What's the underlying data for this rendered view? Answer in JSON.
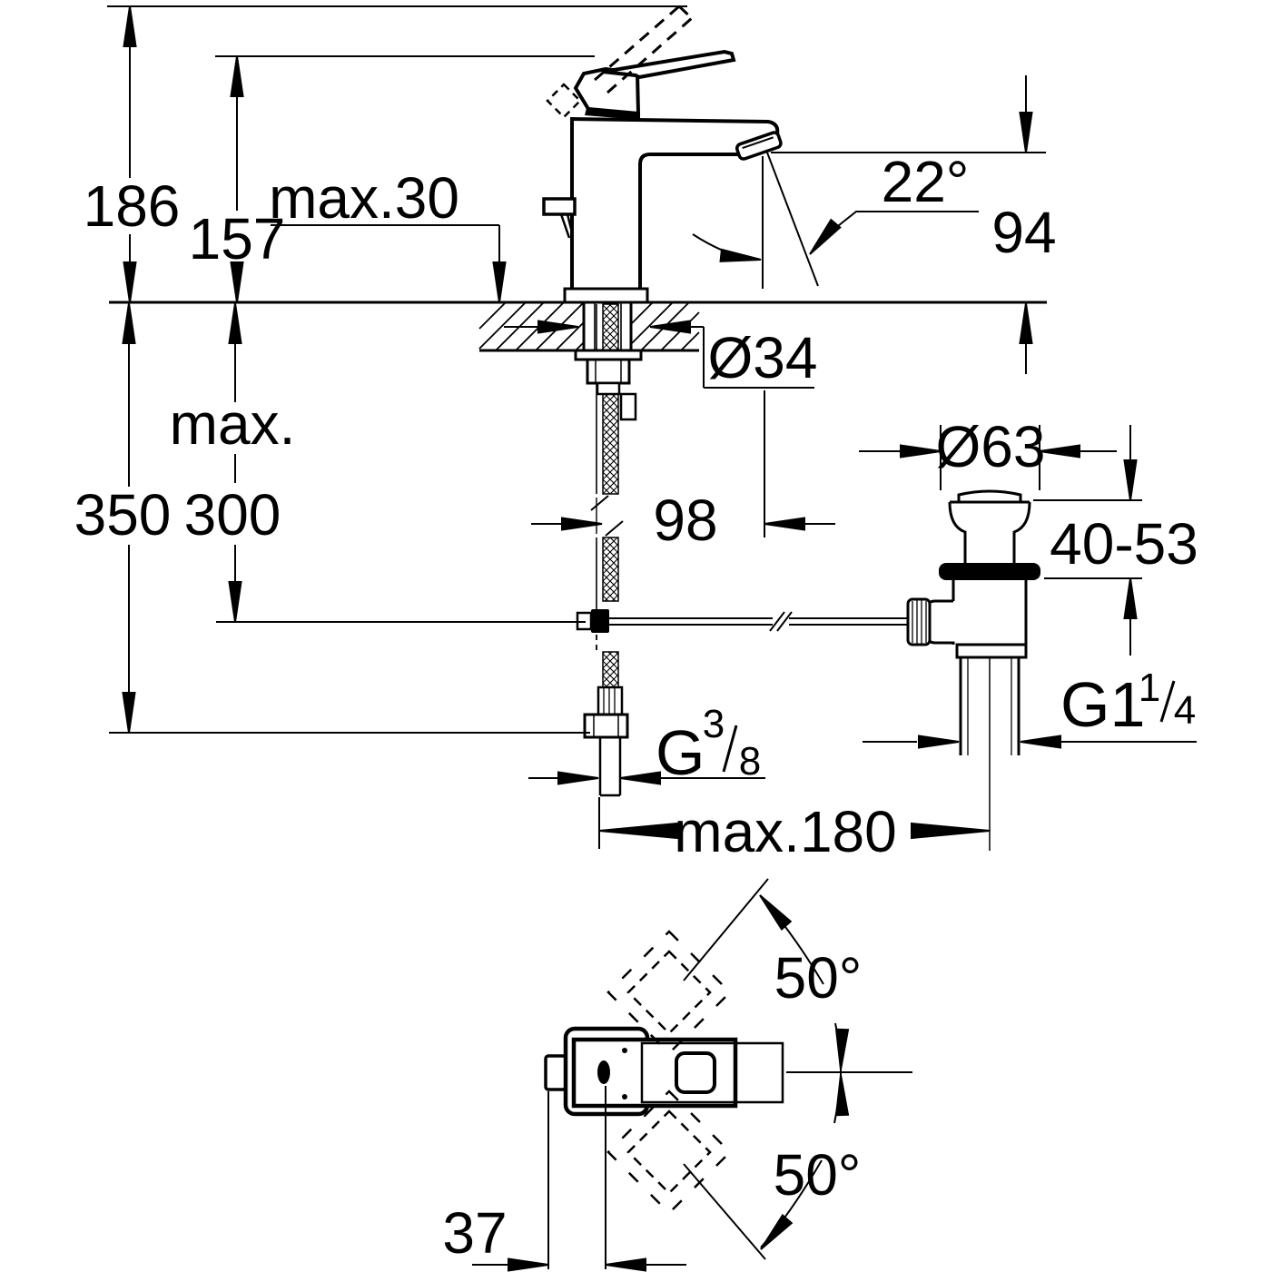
{
  "title": "Single-lever basin mixer installation drawing",
  "colors": {
    "background": "#ffffff",
    "line": "#000000"
  },
  "side_view": {
    "lever_raised_height": "186",
    "lever_closed_height": "157",
    "deck_thickness_max": "max.30",
    "spout_angle": "22°",
    "spout_height": "94",
    "hole_diameter": "Ø34",
    "hose_clearance_word": "max.",
    "hose_clearance_value": "300",
    "hose_length": "350",
    "spout_reach": "98",
    "waste_flange_diameter": "Ø63",
    "basin_thickness_range": "40-53",
    "rod_to_waste_max": "max.180",
    "supply_thread_g": "G",
    "supply_thread_num": "3",
    "supply_thread_den": "8",
    "waste_thread_g": "G1",
    "waste_thread_num": "1",
    "waste_thread_den": "4"
  },
  "top_view": {
    "swivel_upper": "50°",
    "swivel_lower": "50°",
    "handle_offset": "37"
  }
}
